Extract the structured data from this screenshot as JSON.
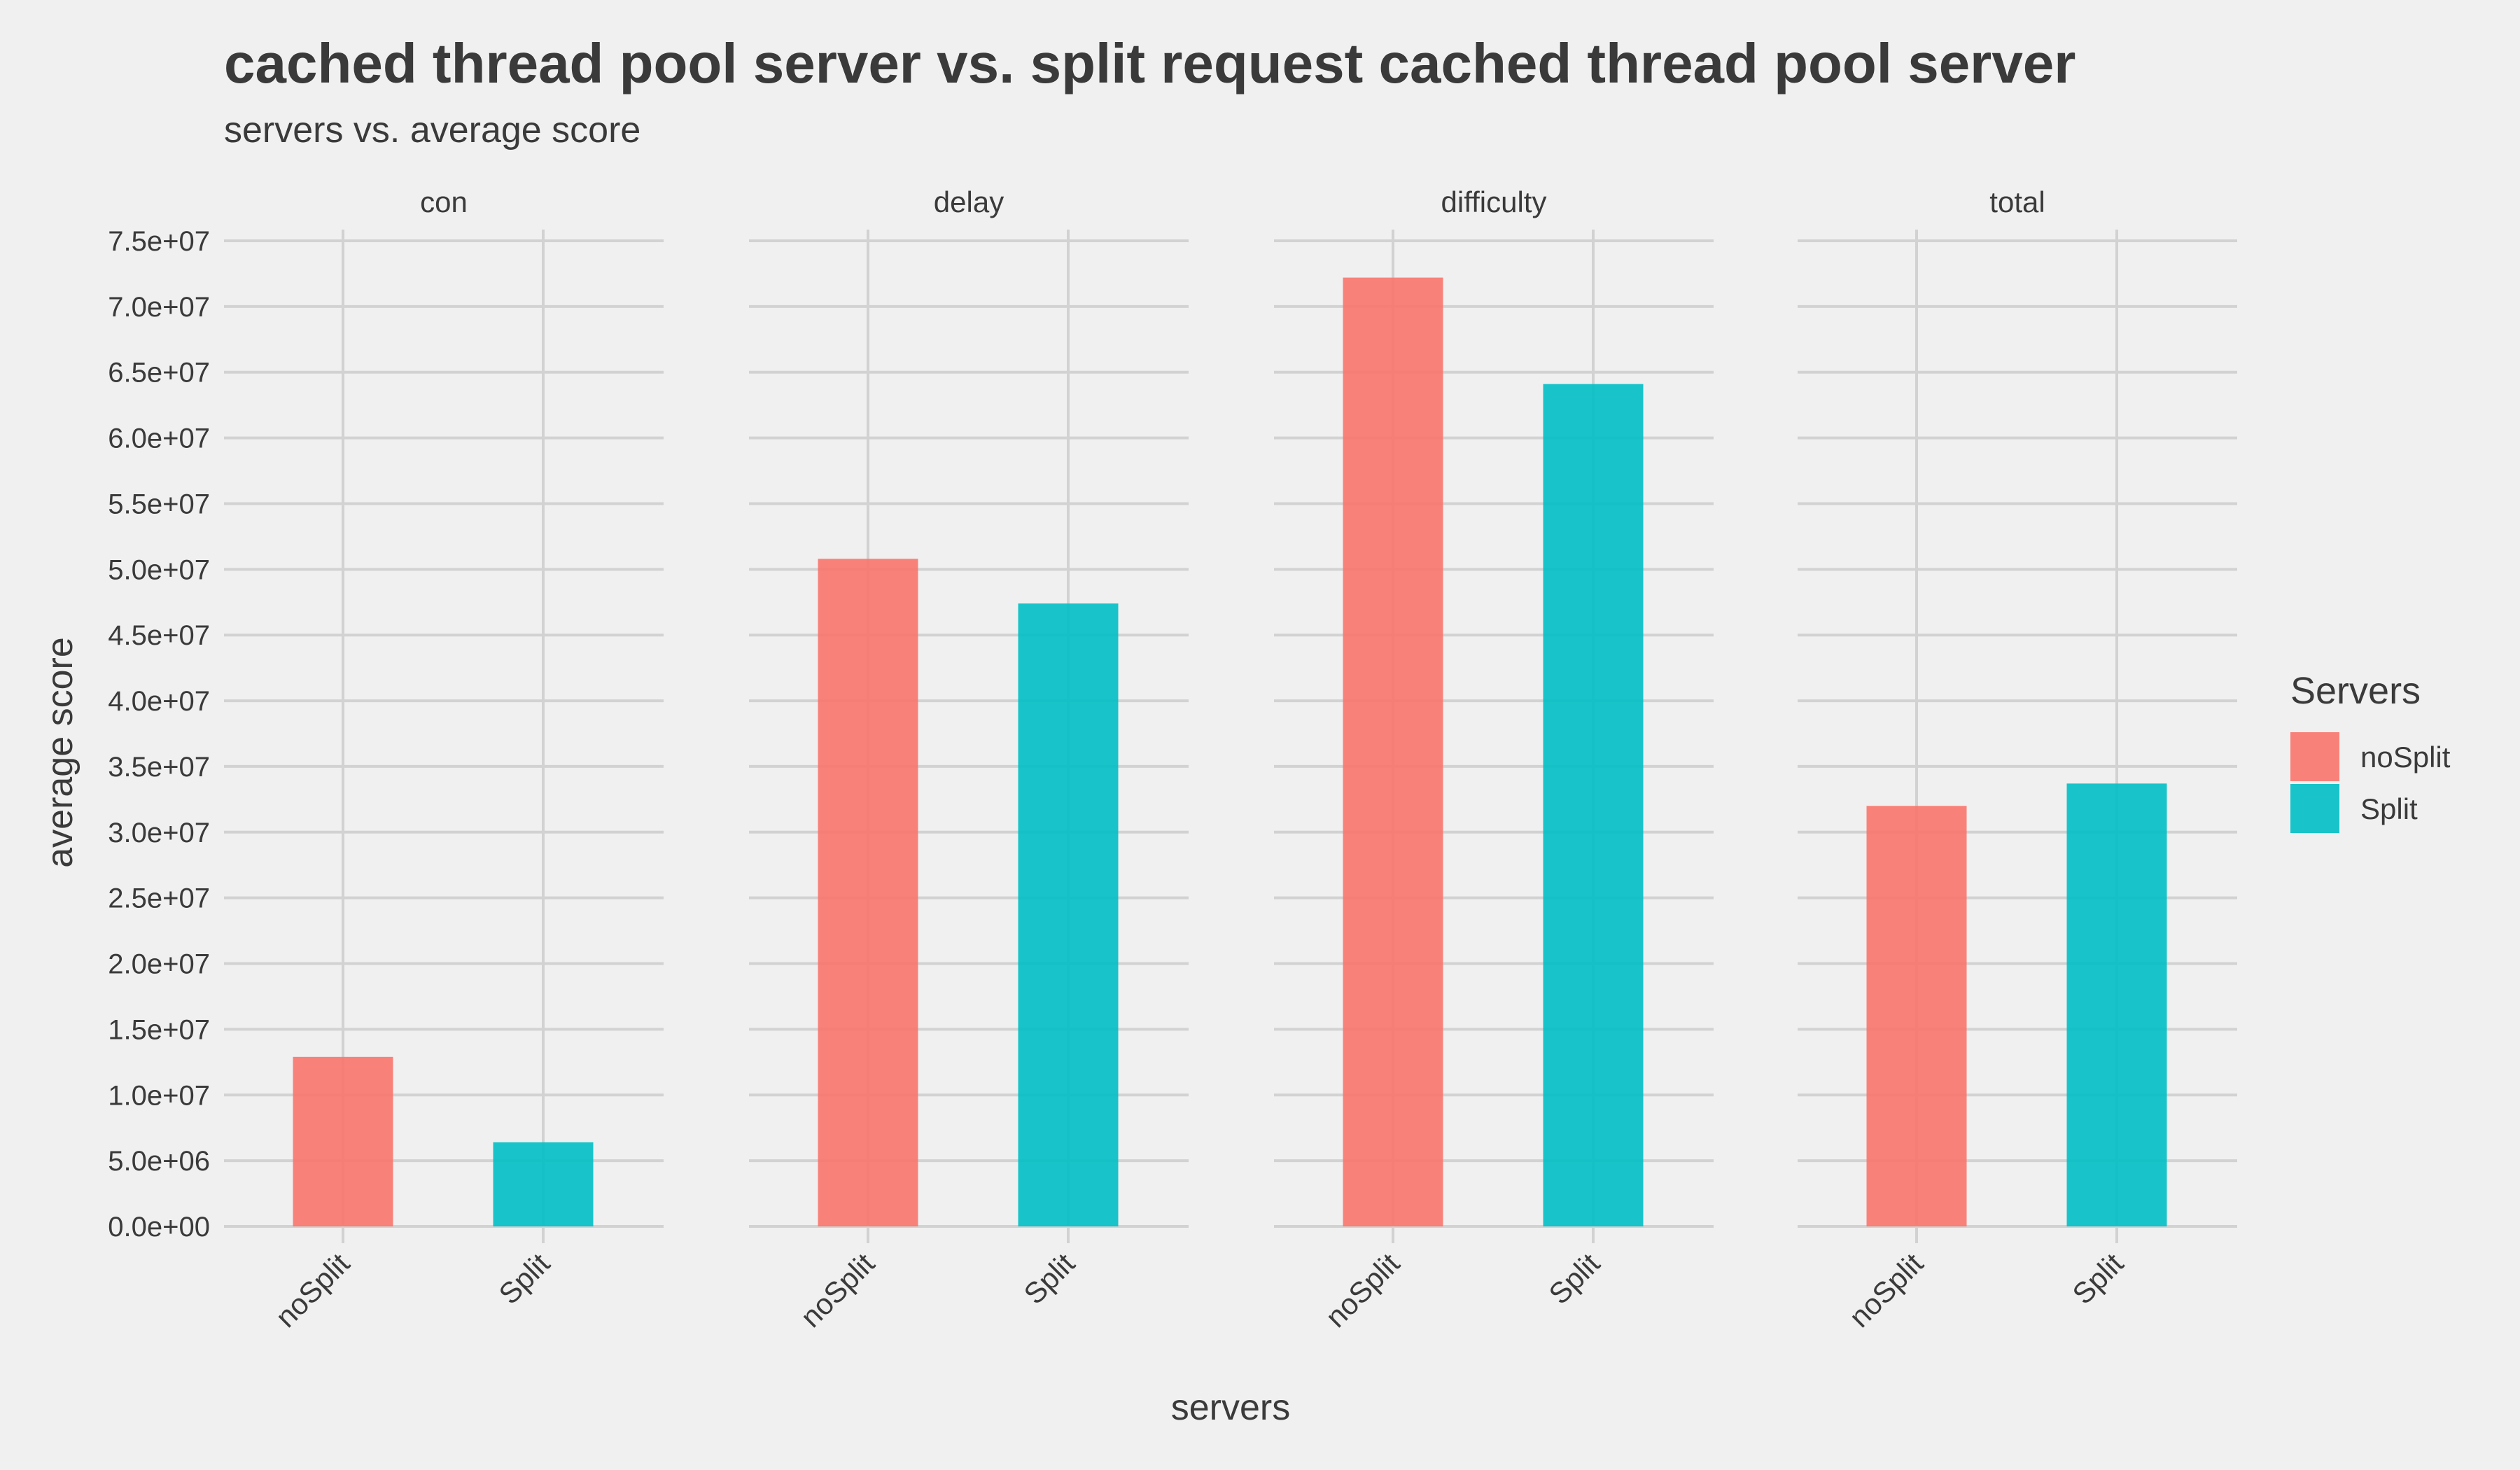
{
  "chart_data": {
    "type": "bar",
    "title": "cached thread pool server vs. split request cached thread pool server",
    "subtitle": "servers vs. average score",
    "xlabel": "servers",
    "ylabel": "average score",
    "ylim": [
      0,
      75000000
    ],
    "y_ticks": [
      "0.0e+00",
      "5.0e+06",
      "1.0e+07",
      "1.5e+07",
      "2.0e+07",
      "2.5e+07",
      "3.0e+07",
      "3.5e+07",
      "4.0e+07",
      "4.5e+07",
      "5.0e+07",
      "5.5e+07",
      "6.0e+07",
      "6.5e+07",
      "7.0e+07",
      "7.5e+07"
    ],
    "categories": [
      "noSplit",
      "Split"
    ],
    "grid": true,
    "legend": {
      "title": "Servers",
      "placement": "right",
      "entries": [
        {
          "name": "noSplit",
          "color": "#F8766D"
        },
        {
          "name": "Split",
          "color": "#00BFC4"
        }
      ]
    },
    "facets": [
      {
        "name": "con",
        "values": [
          12900000,
          6400000
        ]
      },
      {
        "name": "delay",
        "values": [
          50800000,
          47400000
        ]
      },
      {
        "name": "difficulty",
        "values": [
          72200000,
          64100000
        ]
      },
      {
        "name": "total",
        "values": [
          32000000,
          33700000
        ]
      }
    ]
  }
}
